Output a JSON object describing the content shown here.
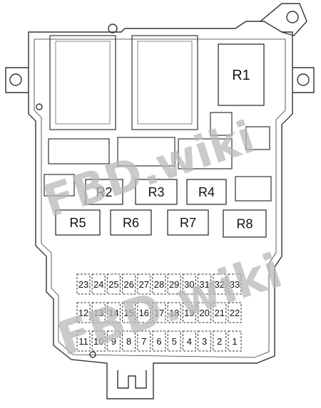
{
  "relays": [
    "R1",
    "R2",
    "R3",
    "R4",
    "R5",
    "R6",
    "R7",
    "R8"
  ],
  "fuse_rows": [
    [
      "23",
      "24",
      "25",
      "26",
      "27",
      "28",
      "29",
      "30",
      "31",
      "32",
      "33"
    ],
    [
      "12",
      "13",
      "14",
      "15",
      "16",
      "17",
      "18",
      "19",
      "20",
      "21",
      "22"
    ],
    [
      "11",
      "10",
      "9",
      "8",
      "7",
      "6",
      "5",
      "4",
      "3",
      "2",
      "1"
    ]
  ],
  "watermarks": [
    "FBD.wiki",
    "FBD.wiki"
  ],
  "colors": {
    "outline": "#333333",
    "background": "#ffffff",
    "watermark": "#b9b9b9"
  }
}
